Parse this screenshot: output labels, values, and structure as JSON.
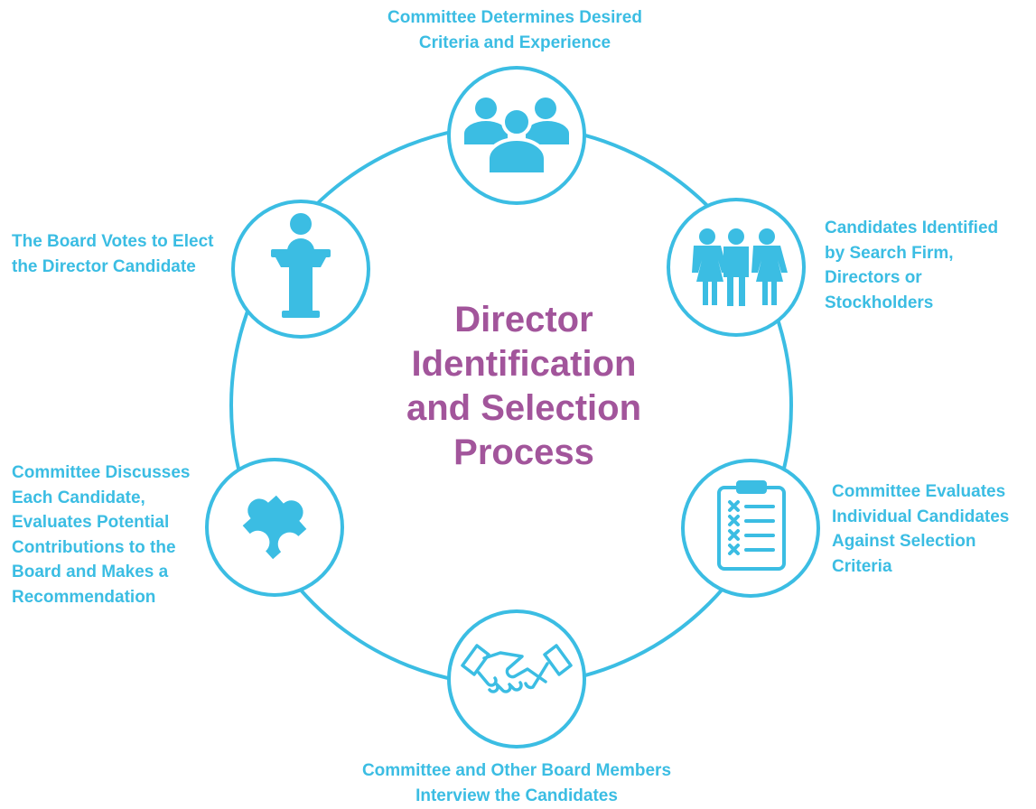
{
  "title_lines": [
    "Director",
    "Identification",
    "and Selection",
    "Process"
  ],
  "steps": [
    {
      "icon": "group-icon",
      "lines": [
        "Committee Determines Desired",
        "Criteria and Experience"
      ]
    },
    {
      "icon": "people-icon",
      "lines": [
        "Candidates Identified",
        "by Search Firm,",
        "Directors or",
        "Stockholders"
      ]
    },
    {
      "icon": "clipboard-checklist-icon",
      "lines": [
        "Committee Evaluates",
        "Individual Candidates",
        "Against Selection",
        "Criteria"
      ]
    },
    {
      "icon": "handshake-icon",
      "lines": [
        "Committee and Other Board Members",
        "Interview the Candidates"
      ]
    },
    {
      "icon": "puzzle-piece-icon",
      "lines": [
        "Committee Discusses",
        "Each Candidate,",
        "Evaluates Potential",
        "Contributions to the",
        "Board and Makes a",
        "Recommendation"
      ]
    },
    {
      "icon": "podium-icon",
      "lines": [
        "The Board Votes to Elect",
        "the Director Candidate"
      ]
    }
  ],
  "colors": {
    "accent": "#3BBDE3",
    "title": "#A2559B",
    "background": "#FFFFFF"
  }
}
